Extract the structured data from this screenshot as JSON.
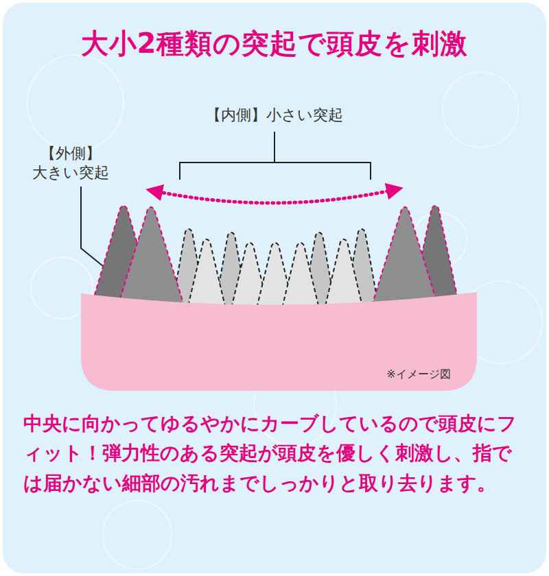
{
  "diagram": {
    "title": "大小2種類の突起で頭皮を刺激",
    "caption": "中央に向かってゆるやかにカーブしているので頭皮にフィット！弾力性のある突起が頭皮を優しく刺激し、指では届かない細部の汚れまでしっかりと取り去ります。",
    "labels": [
      "【内側】小さい突起",
      "【外側】 大きい突起",
      "※イメージ図"
    ]
  }
}
